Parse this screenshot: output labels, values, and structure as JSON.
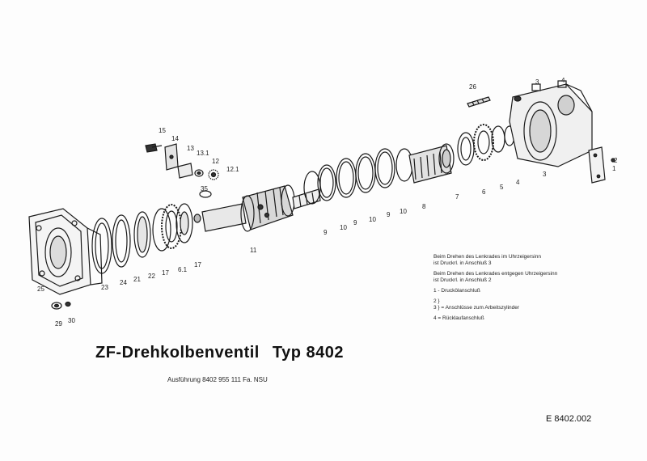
{
  "title": {
    "main": "ZF-Drehkolbenventil",
    "type": "Typ 8402"
  },
  "subtitle": "Ausführung 8402 955 111 Fa. NSU",
  "drawing_code": "E 8402.002",
  "notes": {
    "line1": "Beim Drehen des Lenkrades im Uhrzeigersinn",
    "line2": "ist Druckrl. in Anschluß 3",
    "line3": "Beim Drehen des Lenkrades entgegen Uhrzeigersinn",
    "line4": "ist Druckrl. in Anschluß 2",
    "legend1": "1  - Druckölanschluß",
    "legend2": "2 }",
    "legend3": "3 } = Anschlüsse zum Arbeitszylinder",
    "legend4": "4  = Rücklaufanschluß"
  },
  "part_labels": {
    "p26_top": "26",
    "p3": "3",
    "p4": "4",
    "p5": "5",
    "p6": "6",
    "p7": "7",
    "p8": "8",
    "p10a": "10",
    "p9a": "9",
    "p10b": "10",
    "p9b": "9",
    "p10c": "10",
    "p9c": "9",
    "p11": "11",
    "p15": "15",
    "p14": "14",
    "p13": "13",
    "p13_1": "13.1",
    "p12": "12",
    "p12_1": "12.1",
    "p35": "35",
    "p2": "2",
    "p1": "1",
    "p17a": "17",
    "p6_1": "6.1",
    "p17b": "17",
    "p22": "22",
    "p21": "21",
    "p24": "24",
    "p23": "23",
    "p25": "25",
    "p29": "29",
    "p30": "30",
    "p4_top": "4",
    "p3_top": "3"
  }
}
